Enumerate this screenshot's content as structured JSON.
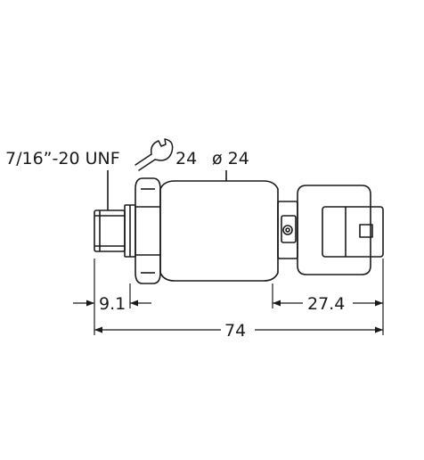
{
  "labels": {
    "thread": "7/16”-20 UNF",
    "wrench_size": "24",
    "diameter": "ø 24",
    "dim_thread_length": "9.1",
    "dim_connector_length": "27.4",
    "dim_total_length": "74"
  },
  "icons": {
    "wrench": "wrench-icon"
  },
  "colors": {
    "line": "#1a1a1a",
    "background": "#ffffff"
  }
}
